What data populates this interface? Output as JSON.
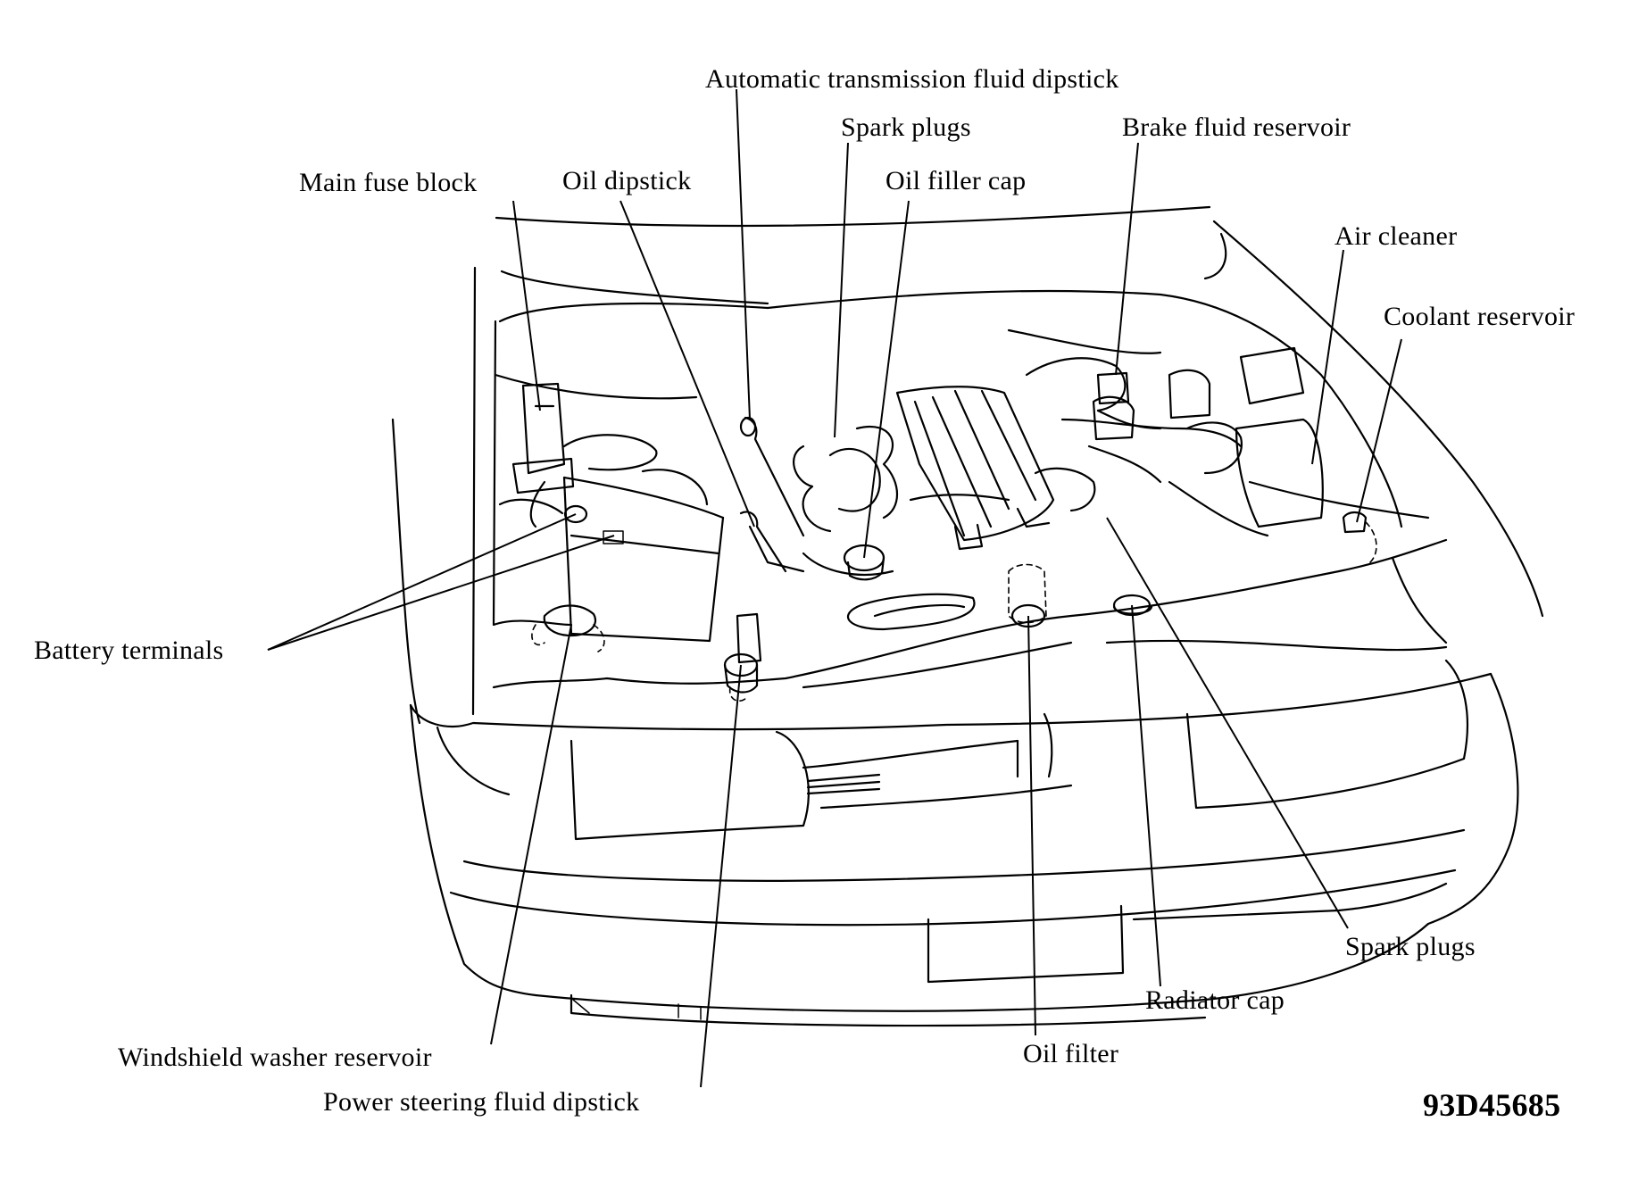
{
  "labels": {
    "auto_trans_dipstick": "Automatic transmission fluid dipstick",
    "spark_plugs_top": "Spark plugs",
    "brake_fluid_reservoir": "Brake fluid reservoir",
    "main_fuse_block": "Main fuse block",
    "oil_dipstick": "Oil dipstick",
    "oil_filler_cap": "Oil filler cap",
    "air_cleaner": "Air cleaner",
    "coolant_reservoir": "Coolant reservoir",
    "battery_terminals": "Battery terminals",
    "spark_plugs_bottom": "Spark plugs",
    "radiator_cap": "Radiator cap",
    "oil_filter": "Oil filter",
    "windshield_washer_reservoir": "Windshield washer reservoir",
    "power_steering_dipstick": "Power steering fluid dipstick"
  },
  "figure_code": "93D45685"
}
